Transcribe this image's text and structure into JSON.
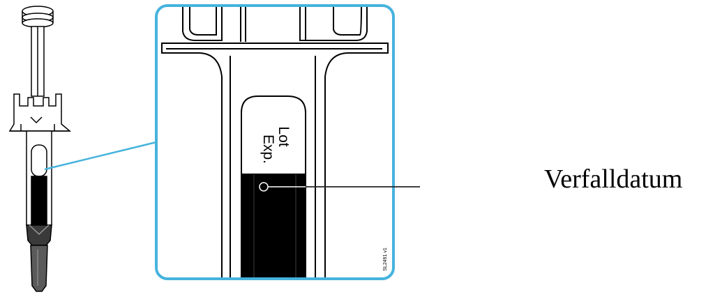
{
  "diagram": {
    "zoom_labels": {
      "lot": "Lot",
      "exp": "Exp."
    },
    "image_code": "SL2491 v1",
    "callout": {
      "label": "Verfalldatum"
    },
    "colors": {
      "accent": "#45b3dd",
      "ink": "#000000",
      "syringe_gray": "#5a5a5a",
      "syringe_dark": "#3a3a3a"
    }
  }
}
